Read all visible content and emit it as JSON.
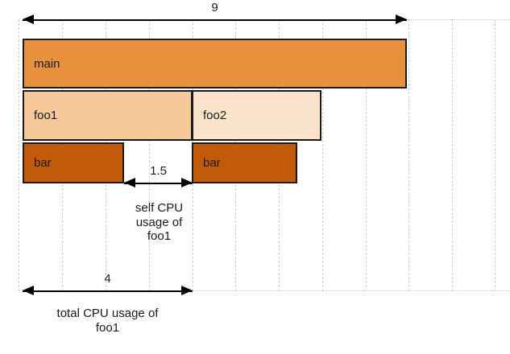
{
  "chart_data": {
    "type": "bar",
    "title": "",
    "subtitle": "",
    "xlabel": "",
    "ylabel": "",
    "description": "Flame graph showing CPU usage stack: main calls foo1 and foo2; foo1 and foo2 each call bar.",
    "units_per_gridline": 1,
    "axis_total_units": 12,
    "xlim": [
      0,
      12
    ],
    "grid": true,
    "legend": "none",
    "levels": [
      {
        "depth": 0,
        "frames": [
          {
            "label": "main",
            "start": 0,
            "width": 9,
            "color": "#E8913C"
          }
        ]
      },
      {
        "depth": 1,
        "frames": [
          {
            "label": "foo1",
            "start": 0,
            "width": 4,
            "color": "#F7C899"
          },
          {
            "label": "foo2",
            "start": 4,
            "width": 3,
            "color": "#FBE3CB"
          }
        ]
      },
      {
        "depth": 2,
        "frames": [
          {
            "label": "bar",
            "start": 0,
            "width": 2.5,
            "color": "#C35A09"
          },
          {
            "label": "bar",
            "start": 4,
            "width": 2.5,
            "color": "#C35A09"
          }
        ]
      }
    ],
    "annotations": [
      {
        "id": "total-main",
        "value": "9",
        "numeric_value": 9,
        "from_unit": 0,
        "to_unit": 9,
        "caption": ""
      },
      {
        "id": "self-foo1",
        "value": "1.5",
        "numeric_value": 1.5,
        "from_unit": 2.5,
        "to_unit": 4,
        "caption": "self CPU usage of foo1"
      },
      {
        "id": "total-foo1",
        "value": "4",
        "numeric_value": 4,
        "from_unit": 0,
        "to_unit": 4,
        "caption": "total CPU usage of foo1"
      }
    ]
  },
  "labels": {
    "main": "main",
    "foo1": "foo1",
    "foo2": "foo2",
    "bar_left": "bar",
    "bar_right": "bar"
  },
  "measures": {
    "top_value": "9",
    "self_value": "1.5",
    "total_value": "4",
    "self_caption_line1": "self CPU",
    "self_caption_line2": "usage of",
    "self_caption_line3": "foo1",
    "total_caption_line1": "total CPU usage of",
    "total_caption_line2": "foo1"
  },
  "colors": {
    "main": "#E8913C",
    "foo1": "#F7C899",
    "foo2": "#FBE3CB",
    "bar": "#C35A09",
    "stroke": "#1A1A1A",
    "grid": "#CFCFCF",
    "background": "#FFFFFF"
  }
}
